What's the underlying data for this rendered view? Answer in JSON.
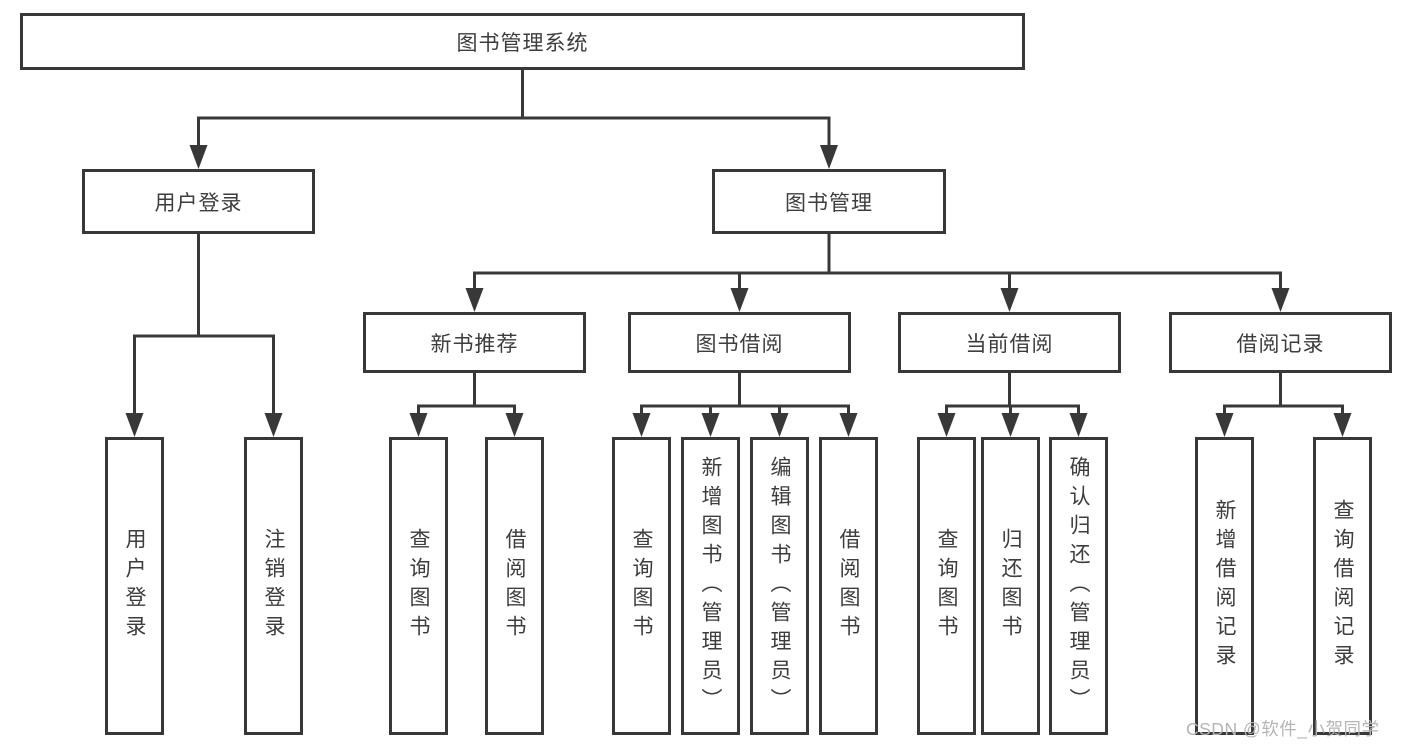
{
  "diagram": {
    "title": "图书管理系统",
    "nodes": [
      {
        "id": "root",
        "label": "图书管理系统",
        "level": 1,
        "parent": null
      },
      {
        "id": "user_login",
        "label": "用户登录",
        "level": 2,
        "parent": "root"
      },
      {
        "id": "book_mgmt",
        "label": "图书管理",
        "level": 2,
        "parent": "root"
      },
      {
        "id": "new_book_rec",
        "label": "新书推荐",
        "level": 3,
        "parent": "book_mgmt"
      },
      {
        "id": "book_borrow",
        "label": "图书借阅",
        "level": 3,
        "parent": "book_mgmt"
      },
      {
        "id": "current_borrow",
        "label": "当前借阅",
        "level": 3,
        "parent": "book_mgmt"
      },
      {
        "id": "borrow_records",
        "label": "借阅记录",
        "level": 3,
        "parent": "book_mgmt"
      },
      {
        "id": "leaf_user_login",
        "label": "用户登录",
        "level": 4,
        "parent": "user_login"
      },
      {
        "id": "leaf_logout",
        "label": "注销登录",
        "level": 4,
        "parent": "user_login"
      },
      {
        "id": "leaf_nbr_query",
        "label": "查询图书",
        "level": 4,
        "parent": "new_book_rec"
      },
      {
        "id": "leaf_nbr_borrow",
        "label": "借阅图书",
        "level": 4,
        "parent": "new_book_rec"
      },
      {
        "id": "leaf_bb_query",
        "label": "查询图书",
        "level": 4,
        "parent": "book_borrow"
      },
      {
        "id": "leaf_bb_add",
        "label": "新增图书（管理员）",
        "level": 4,
        "parent": "book_borrow"
      },
      {
        "id": "leaf_bb_edit",
        "label": "编辑图书（管理员）",
        "level": 4,
        "parent": "book_borrow"
      },
      {
        "id": "leaf_bb_borrow",
        "label": "借阅图书",
        "level": 4,
        "parent": "book_borrow"
      },
      {
        "id": "leaf_cb_query",
        "label": "查询图书",
        "level": 4,
        "parent": "current_borrow"
      },
      {
        "id": "leaf_cb_return",
        "label": "归还图书",
        "level": 4,
        "parent": "current_borrow"
      },
      {
        "id": "leaf_cb_confirm",
        "label": "确认归还（管理员）",
        "level": 4,
        "parent": "current_borrow"
      },
      {
        "id": "leaf_br_add",
        "label": "新增借阅记录",
        "level": 4,
        "parent": "borrow_records"
      },
      {
        "id": "leaf_br_query",
        "label": "查询借阅记录",
        "level": 4,
        "parent": "borrow_records"
      }
    ]
  },
  "watermark": "CSDN @软件_小贺同学",
  "colors": {
    "line": "#383838",
    "text": "#3d3d3d",
    "box_background": "#ffffff",
    "watermark": "#b5b5b5",
    "page_background": "#ffffff"
  }
}
